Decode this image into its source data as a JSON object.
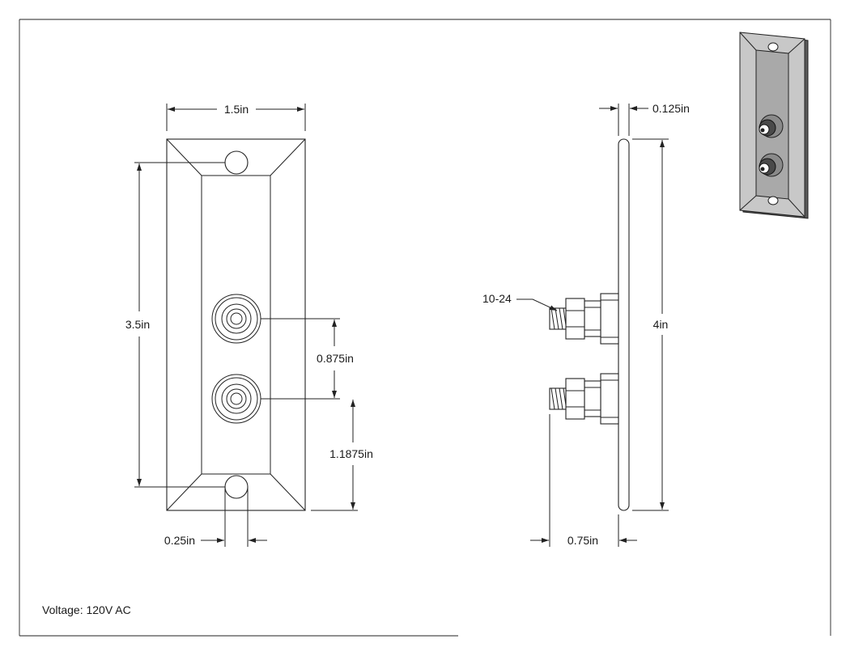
{
  "dimensions": {
    "front_width": "1.5in",
    "front_height": "3.5in",
    "jack_spacing": "0.875in",
    "jack_to_bottom_hole": "1.1875in",
    "hole_diameter": "0.25in",
    "plate_thickness": "0.125in",
    "overall_height": "4in",
    "post_depth": "0.75in",
    "thread_size": "10-24"
  },
  "notes": {
    "voltage": "Voltage: 120V AC"
  },
  "colors": {
    "line": "#222222",
    "paper": "#ffffff",
    "preview_face": "#a9a9a9",
    "preview_bevel": "#c8c8c8",
    "preview_dark": "#5a5a5a"
  }
}
